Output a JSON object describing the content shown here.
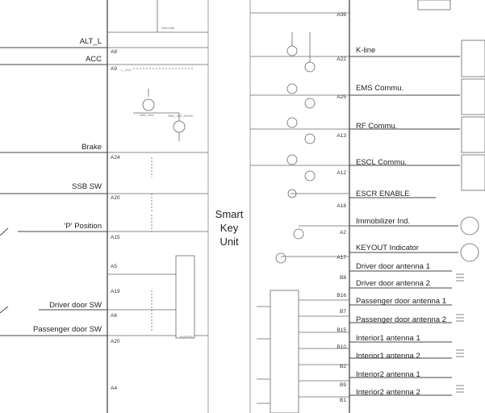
{
  "unit": {
    "line1": "Smart",
    "line2": "Key",
    "line3": "Unit"
  },
  "left_signals": {
    "alt_l": "ALT_L",
    "acc": "ACC",
    "brake": "Brake",
    "ssb_sw": "SSB SW",
    "p_position": "'P' Position",
    "driver_door_sw": "Driver door SW",
    "passenger_door_sw": "Passenger door SW"
  },
  "left_pins": {
    "a8": "A8",
    "a9": "A9",
    "a24": "A24",
    "a20": "A20",
    "a15": "A15",
    "a5": "A5",
    "a19": "A19",
    "a6": "A6",
    "a20b": "A20",
    "a4": "A4"
  },
  "right_signals": {
    "k_line": "K-line",
    "ems": "EMS Commu.",
    "rf": "RF Commu.",
    "escl": "ESCL Commu.",
    "escr": "ESCR ENABLE",
    "immobilizer": "Immobilizer Ind.",
    "keyout": "KEYOUT Indicator",
    "dda1": "Driver door antenna 1",
    "dda2": "Driver door antenna 2",
    "pda1": "Passenger door antenna 1",
    "pda2": "Passenger door antenna 2",
    "i1a1": "Interior1 antenna 1",
    "i1a2": "Interior1 antenna 2",
    "i2a1": "Interior2 antenna 1",
    "i2a2": "Interior2 antenna 2"
  },
  "right_pins": {
    "a36": "A36",
    "a22": "A22",
    "a25": "A25",
    "a13": "A13",
    "a12": "A12",
    "a18": "A18",
    "a2": "A2",
    "a17": "A17",
    "b8": "B8",
    "b16": "B16",
    "b7": "B7",
    "b15": "B15",
    "b10": "B10",
    "b2": "B2",
    "b9": "B9",
    "b1": "B1"
  }
}
